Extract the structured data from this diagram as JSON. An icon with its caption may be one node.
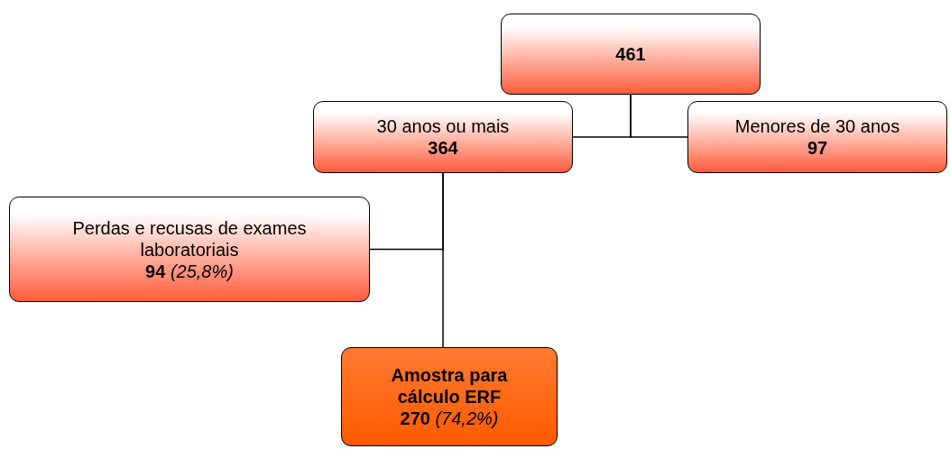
{
  "diagram": {
    "nodes": [
      {
        "text": [
          "461"
        ]
      },
      {
        "text": [
          "30 anos ou mais",
          "364"
        ]
      },
      {
        "text": [
          "Menores de 30 anos",
          "97"
        ]
      },
      {
        "text": [
          "Perdas e recusas de exames laboratoriais",
          "**94** *(25,8%)*"
        ]
      },
      {
        "text": [
          "Amostra para cálculo ERF",
          "**270** *(74,2%)*"
        ]
      }
    ],
    "edges": [
      {
        "from": 0,
        "to": 1,
        "arrow": "none"
      },
      {
        "from": 0,
        "to": 2,
        "arrow": "none"
      },
      {
        "from": 1,
        "to": 3,
        "arrow": "none"
      },
      {
        "from": 1,
        "to": 4,
        "arrow": "none"
      }
    ]
  }
}
